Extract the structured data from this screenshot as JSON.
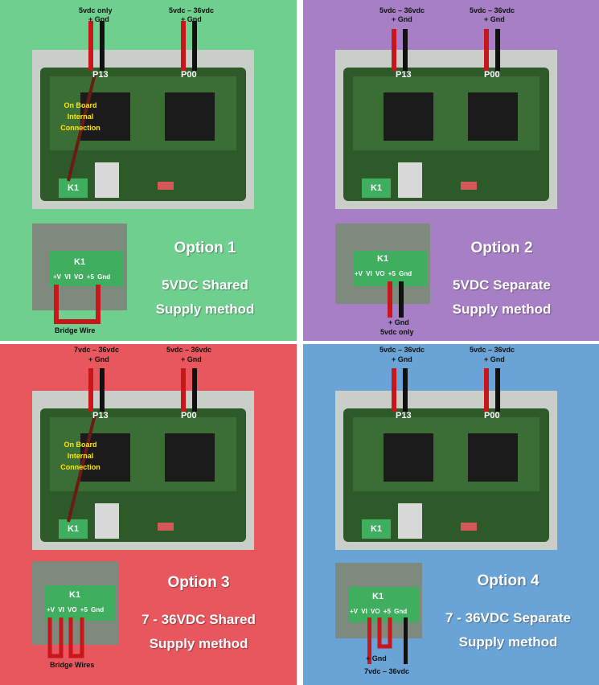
{
  "quadrants": [
    {
      "option": "Option 1",
      "desc_line1": "5VDC Shared",
      "desc_line2": "Supply method",
      "top_left_label": "5vdc only",
      "top_right_label": "5vdc – 36vdc",
      "polarity": "+ Gnd",
      "port_left": "P13",
      "port_right": "P00",
      "onboard": [
        "On Board",
        "Internal",
        "Connection"
      ],
      "k1": "K1",
      "pins": "+V VI VO +5 Gnd",
      "bottom_label": "Bridge Wire",
      "color": "#6fcf8e"
    },
    {
      "option": "Option 2",
      "desc_line1": "5VDC Separate",
      "desc_line2": "Supply method",
      "top_left_label": "5vdc – 36vdc",
      "top_right_label": "5vdc – 36vdc",
      "polarity": "+ Gnd",
      "port_left": "P13",
      "port_right": "P00",
      "k1": "K1",
      "pins": "+V VI VO +5 Gnd",
      "bottom_polarity": "+ Gnd",
      "bottom_label": "5vdc only",
      "color": "#a67fc4"
    },
    {
      "option": "Option 3",
      "desc_line1": "7 - 36VDC Shared",
      "desc_line2": "Supply method",
      "top_left_label": "7vdc – 36vdc",
      "top_right_label": "5vdc – 36vdc",
      "polarity": "+ Gnd",
      "port_left": "P13",
      "port_right": "P00",
      "onboard": [
        "On Board",
        "Internal",
        "Connection"
      ],
      "k1": "K1",
      "pins": "+V VI VO +5 Gnd",
      "bottom_label": "Bridge Wires",
      "color": "#e8575d"
    },
    {
      "option": "Option 4",
      "desc_line1": "7 - 36VDC Separate",
      "desc_line2": "Supply method",
      "top_left_label": "5vdc – 36vdc",
      "top_right_label": "5vdc – 36vdc",
      "polarity": "+ Gnd",
      "port_left": "P13",
      "port_right": "P00",
      "k1": "K1",
      "pins": "+V VI VO +5 Gnd",
      "bottom_polarity": "+ Gnd",
      "bottom_label": "7vdc – 36vdc",
      "color": "#6aa3d6"
    }
  ],
  "icons": {
    "board": "circuit-board-photo",
    "connector": "terminal-block-closeup",
    "wire_positive": "red-wire",
    "wire_ground": "black-wire"
  }
}
